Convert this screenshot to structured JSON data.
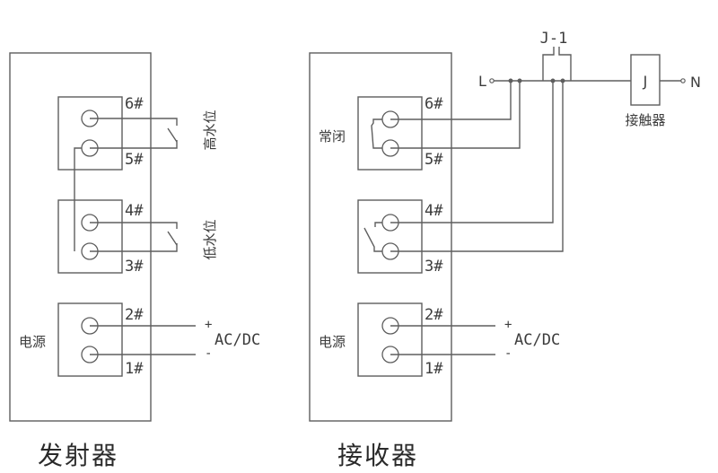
{
  "transmitter": {
    "title": "发射器",
    "terminals": {
      "t6": "6#",
      "t5": "5#",
      "t4": "4#",
      "t3": "3#",
      "t2": "2#",
      "t1": "1#"
    },
    "high_level_label": "高水位",
    "low_level_label": "低水位",
    "power_label": "电源",
    "supply": {
      "plus": "+",
      "minus": "-",
      "label": "AC/DC"
    }
  },
  "receiver": {
    "title": "接收器",
    "terminals": {
      "t6": "6#",
      "t5": "5#",
      "t4": "4#",
      "t3": "3#",
      "t2": "2#",
      "t1": "1#"
    },
    "nc_label": "常闭",
    "power_label": "电源",
    "supply": {
      "plus": "+",
      "minus": "-",
      "label": "AC/DC"
    }
  },
  "control_circuit": {
    "line_label": "L",
    "neutral_label": "N",
    "contact_label": "J-1",
    "coil_label": "J",
    "contactor_label": "接触器"
  },
  "colors": {
    "line": "#5e5e5e",
    "text": "#3c3c3c",
    "background": "#ffffff"
  }
}
